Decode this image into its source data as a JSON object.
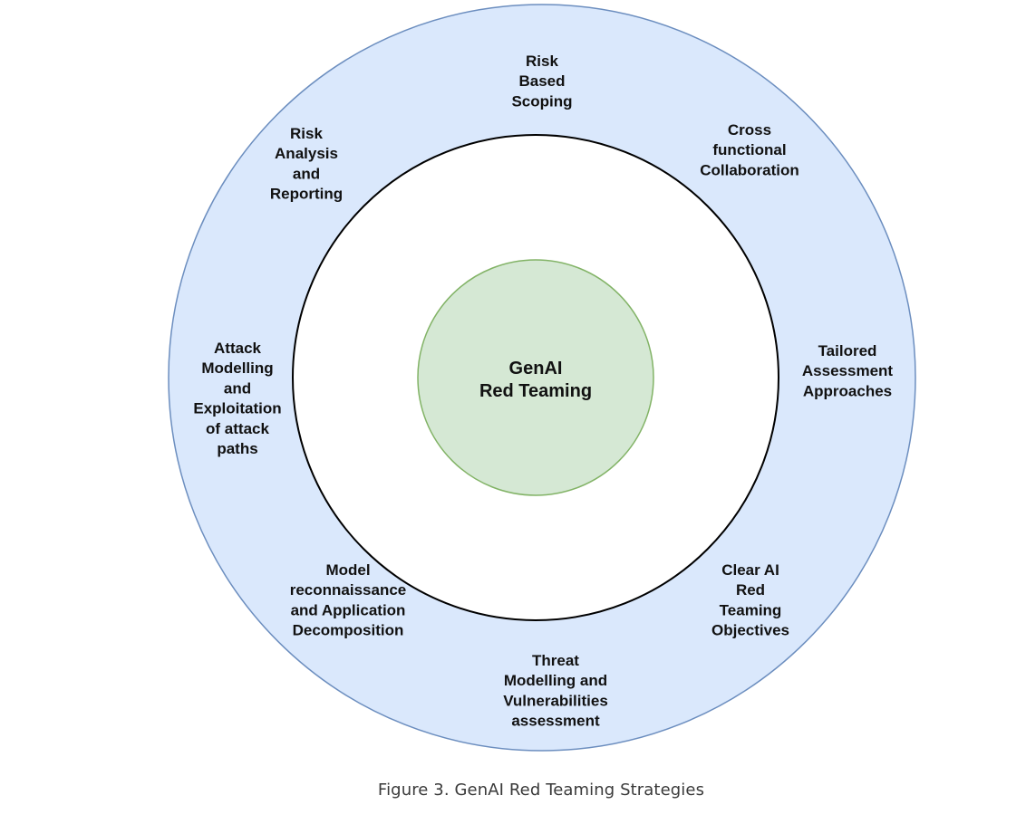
{
  "center": {
    "lines": [
      "GenAI",
      "Red Teaming"
    ]
  },
  "strategies": [
    {
      "id": "risk-based-scoping",
      "lines": [
        "Risk",
        "Based",
        "Scoping"
      ]
    },
    {
      "id": "cross-functional-collaboration",
      "lines": [
        "Cross",
        "functional",
        "Collaboration"
      ]
    },
    {
      "id": "tailored-assessment-approaches",
      "lines": [
        "Tailored",
        "Assessment",
        "Approaches"
      ]
    },
    {
      "id": "clear-ai-red-teaming-objectives",
      "lines": [
        "Clear AI",
        "Red",
        "Teaming",
        "Objectives"
      ]
    },
    {
      "id": "threat-modelling-vulnerabilities",
      "lines": [
        "Threat",
        "Modelling and",
        "Vulnerabilities",
        "assessment"
      ]
    },
    {
      "id": "model-reconnaissance",
      "lines": [
        "Model",
        "reconnaissance",
        "and Application",
        "Decomposition"
      ]
    },
    {
      "id": "attack-modelling",
      "lines": [
        "Attack",
        "Modelling",
        "and",
        "Exploitation",
        "of attack",
        "paths"
      ]
    },
    {
      "id": "risk-analysis-reporting",
      "lines": [
        "Risk",
        "Analysis",
        "and",
        "Reporting"
      ]
    }
  ],
  "caption": "Figure 3. GenAI Red Teaming Strategies",
  "colors": {
    "outer_fill": "#dae8fc",
    "outer_stroke": "#6c8ebf",
    "inner_fill": "#ffffff",
    "inner_stroke": "#000000",
    "center_fill": "#d5e8d4",
    "center_stroke": "#82b366"
  }
}
